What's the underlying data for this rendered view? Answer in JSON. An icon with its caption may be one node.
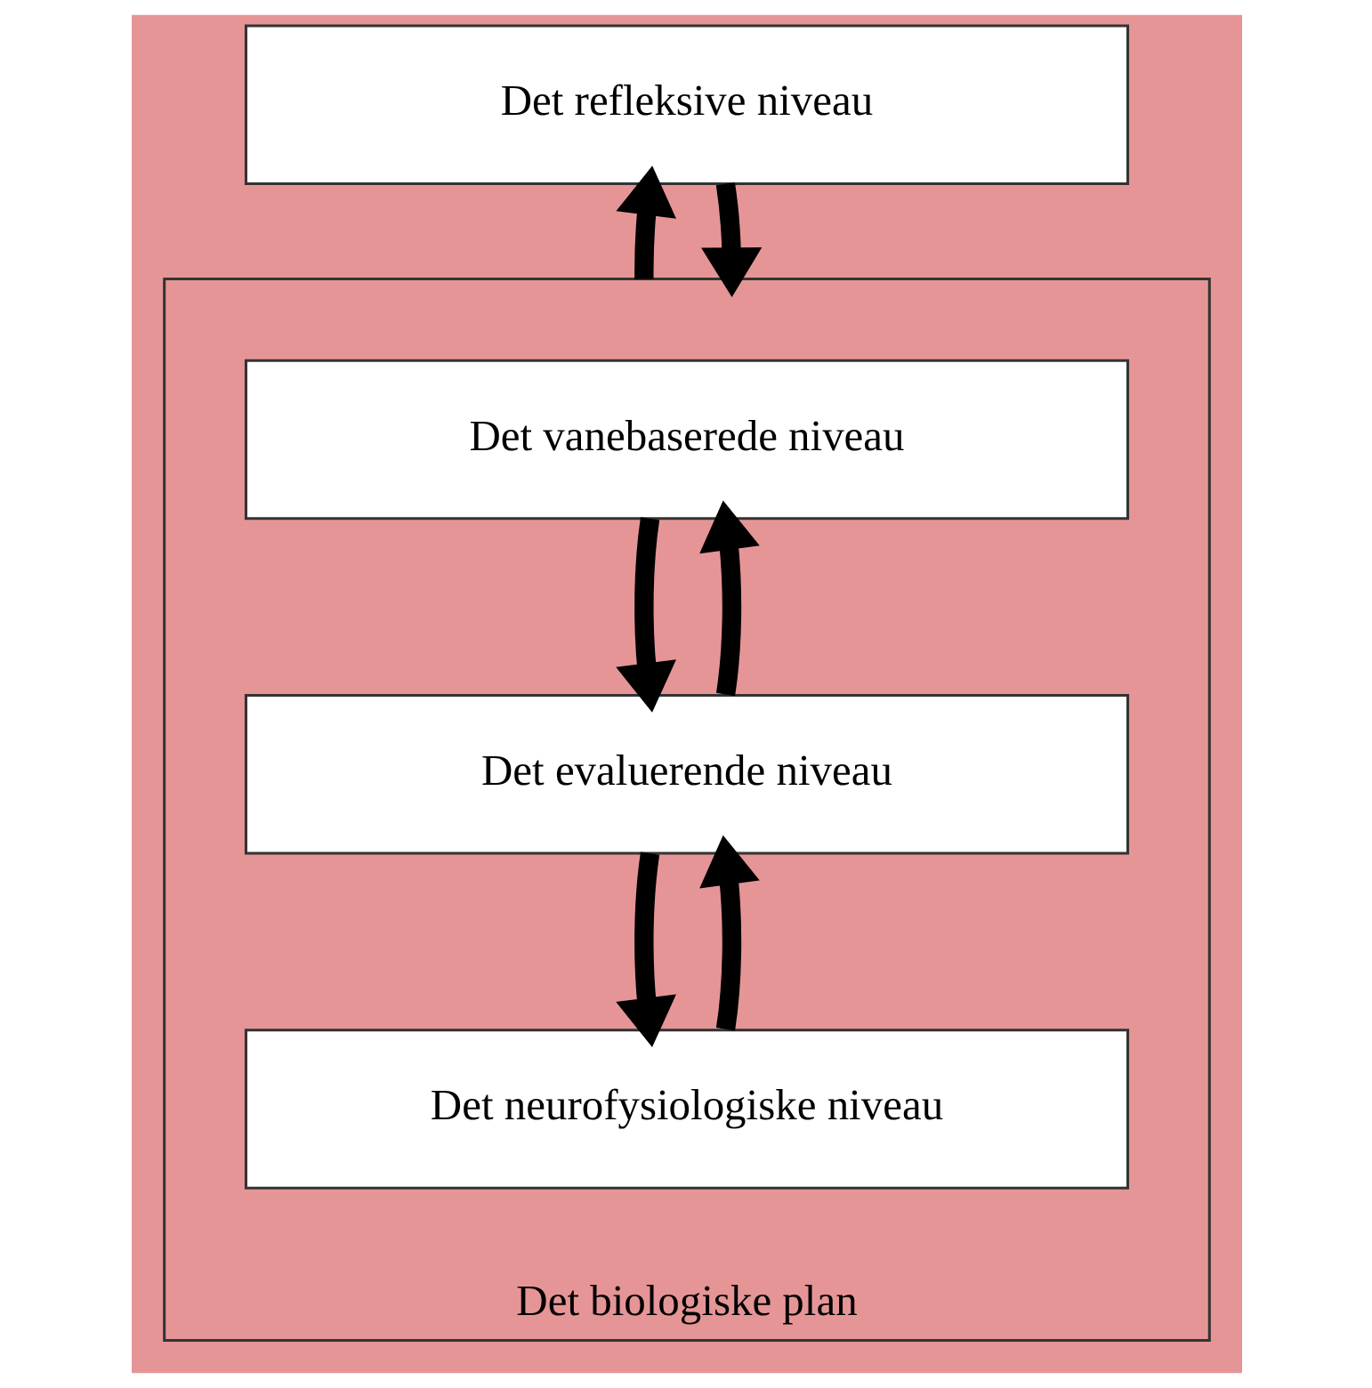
{
  "diagram": {
    "nodes": [
      {
        "text": [
          "Det refleksive niveau"
        ]
      },
      {
        "text": [
          "Det biologiske plan"
        ]
      },
      {
        "text": [
          "Det vanebaserede niveau"
        ],
        "in": 1
      },
      {
        "text": [
          "Det evaluerende niveau"
        ],
        "in": 1
      },
      {
        "text": [
          "Det neurofysiologiske niveau"
        ],
        "in": 1
      }
    ],
    "edges": [
      {
        "from": 1,
        "to": 0,
        "arrow": "to"
      },
      {
        "from": 0,
        "to": 1,
        "arrow": "to"
      },
      {
        "from": 3,
        "to": 2,
        "arrow": "to"
      },
      {
        "from": 2,
        "to": 3,
        "arrow": "to"
      },
      {
        "from": 4,
        "to": 3,
        "arrow": "to"
      },
      {
        "from": 3,
        "to": 4,
        "arrow": "to"
      }
    ]
  }
}
